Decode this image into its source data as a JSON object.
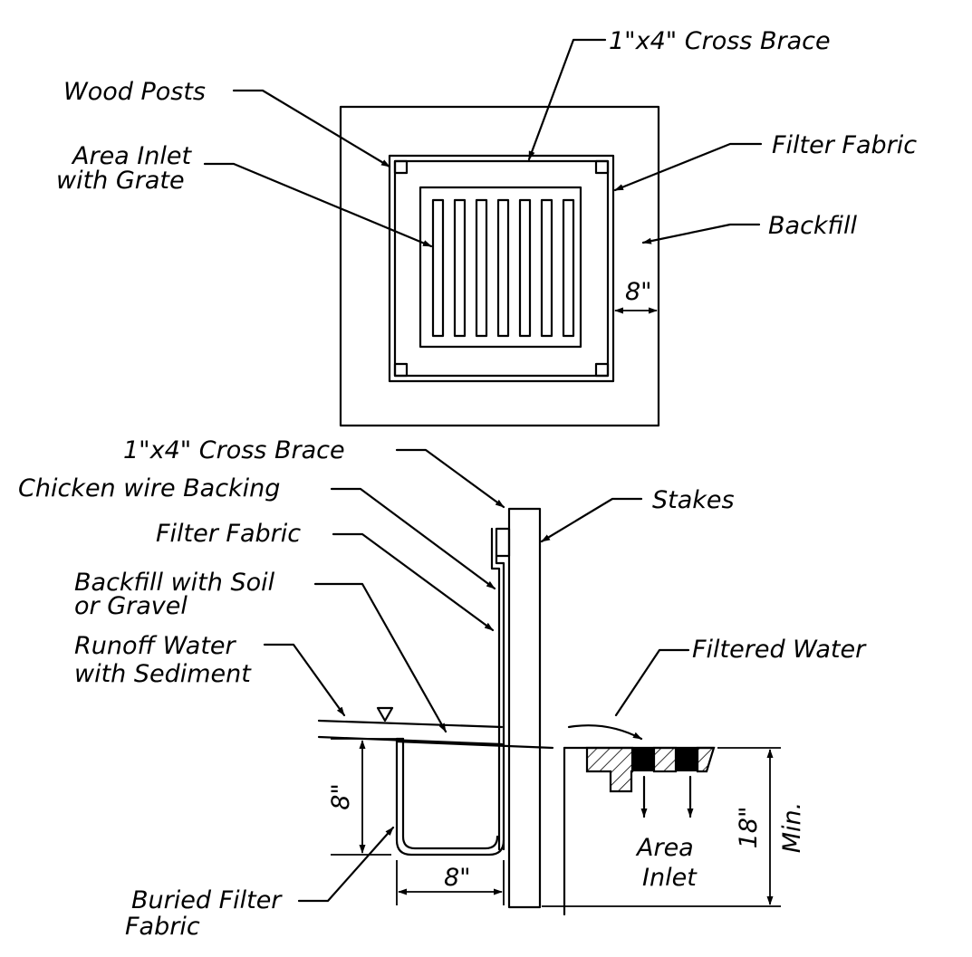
{
  "plan_labels": {
    "cross_brace": "1\"x4\" Cross Brace",
    "wood_posts": "Wood Posts",
    "area_inlet_line1": "Area Inlet",
    "area_inlet_line2": "with Grate",
    "filter_fabric": "Filter Fabric",
    "backfill": "Backfill",
    "offset_dim": "8\""
  },
  "section_labels": {
    "cross_brace": "1\"x4\" Cross Brace",
    "chicken_wire": "Chicken wire Backing",
    "filter_fabric": "Filter Fabric",
    "backfill_line1": "Backfill with Soil",
    "backfill_line2": "or Gravel",
    "runoff_line1": "Runoff Water",
    "runoff_line2": "with Sediment",
    "stakes": "Stakes",
    "filtered_water": "Filtered Water",
    "buried_line1": "Buried Filter",
    "buried_line2": "Fabric",
    "trench_depth_dim": "8\"",
    "trench_width_dim": "8\"",
    "inlet_line1": "Area",
    "inlet_line2": "Inlet",
    "height_dim": "18\"",
    "height_min": "Min."
  }
}
